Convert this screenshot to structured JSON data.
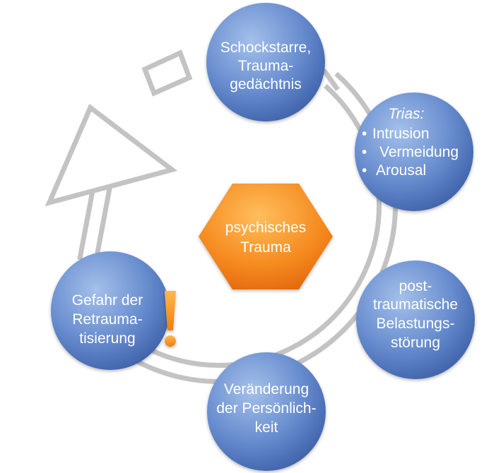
{
  "center": {
    "lines": [
      "psychisches",
      "Trauma"
    ]
  },
  "nodes": [
    {
      "id": "schockstarre",
      "lines": [
        "Schockstarre,",
        "Trauma-",
        "gedächtnis"
      ]
    },
    {
      "id": "trias",
      "title": "Trias:",
      "items": [
        "Intrusion",
        "Vermeidung",
        "Arousal"
      ]
    },
    {
      "id": "ptbs",
      "lines": [
        "post-",
        "traumatische",
        "Belastungs-",
        "störung"
      ]
    },
    {
      "id": "persoenlichkeit",
      "lines": [
        "Veränderung",
        "der Persönlich-",
        "keit"
      ]
    },
    {
      "id": "retraumatisierung",
      "lines": [
        "Gefahr der",
        "Retrauma-",
        "tisierung"
      ]
    }
  ],
  "warning_symbol": "!",
  "colors": {
    "circle_light": "#8fb0e0",
    "circle_dark": "#3f63ad",
    "hexagon_light": "#ffb14a",
    "hexagon_dark": "#ea6a0c",
    "cycle_arrow": "#c3c3c3",
    "warning": "#f59a1e",
    "text": "#ffffff"
  }
}
